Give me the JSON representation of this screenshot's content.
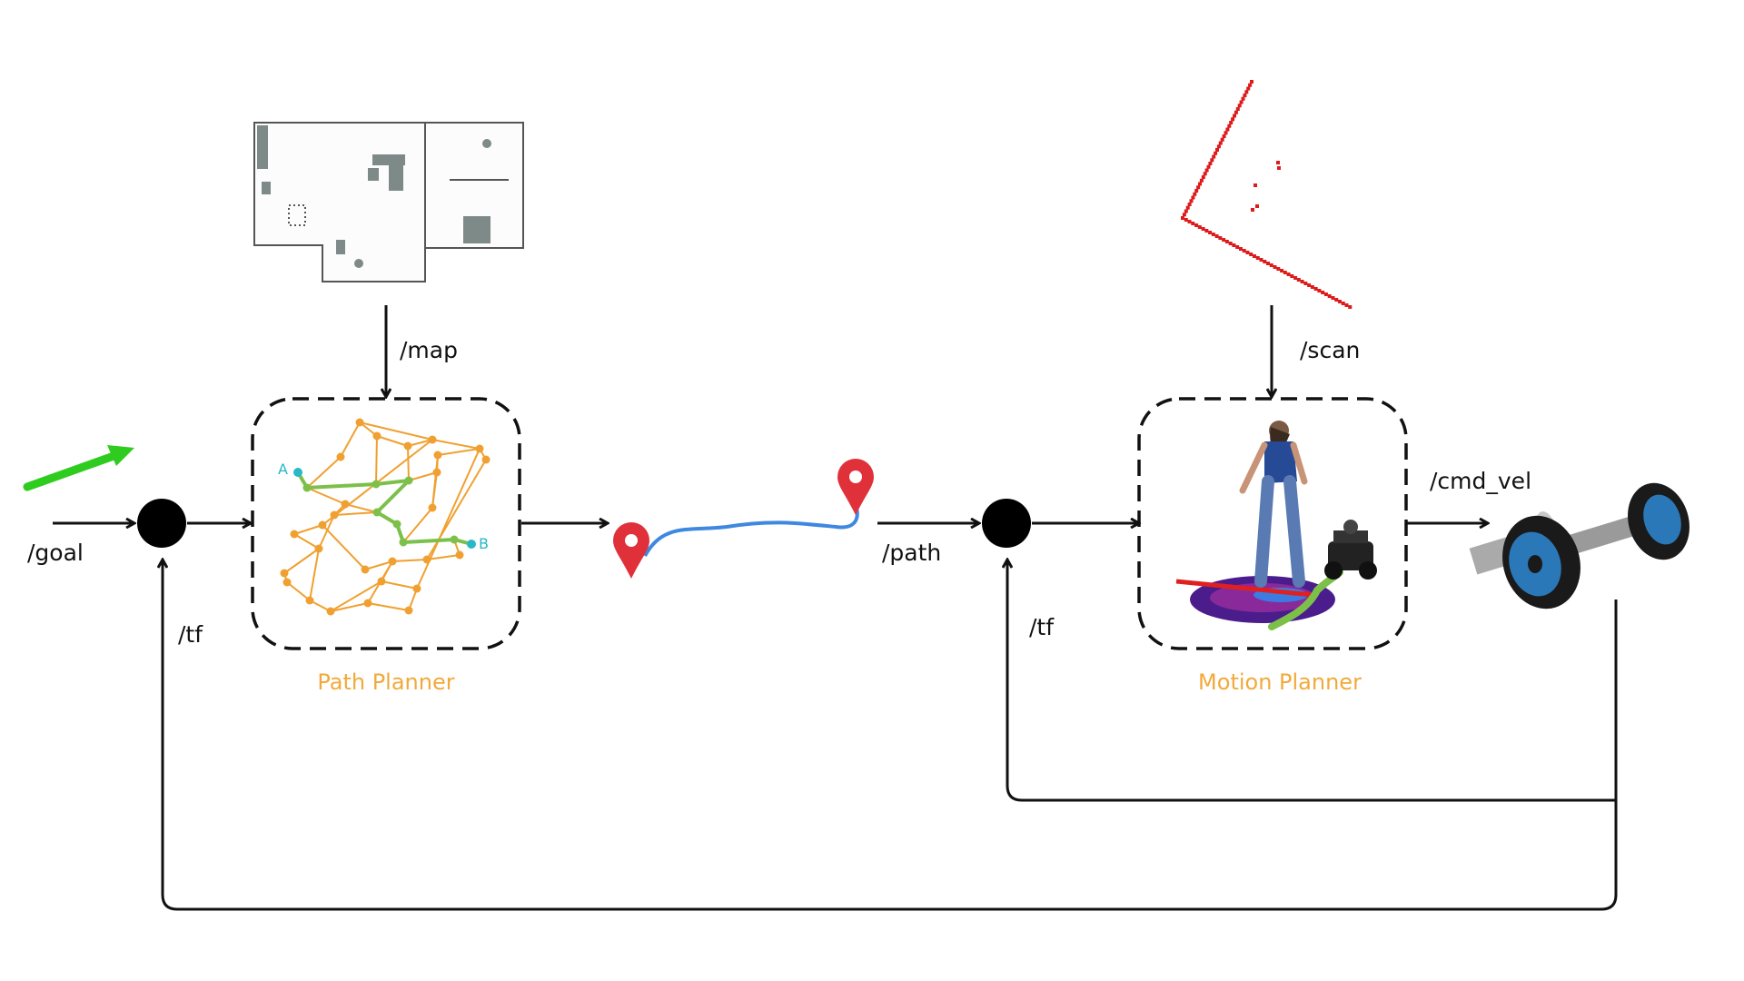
{
  "topics": {
    "goal": "/goal",
    "map": "/map",
    "tf_left": "/tf",
    "path": "/path",
    "scan": "/scan",
    "tf_right": "/tf",
    "cmd_vel": "/cmd_vel"
  },
  "blocks": {
    "path_planner": "Path Planner",
    "motion_planner": "Motion Planner"
  },
  "graph_points": {
    "start": "A",
    "end": "B"
  },
  "colors": {
    "line": "#111111",
    "block_label": "#f2a93b",
    "graph_edges": "#f0a030",
    "graph_path": "#7cc04a",
    "graph_endpoints": "#28b8c8",
    "goal_arrow": "#2ecc1f",
    "path_curve": "#3f88e0",
    "pin": "#e0313a",
    "scan_points": "#dd1b1b",
    "wheel_rim": "#2b78b8"
  },
  "icons": {
    "goal": "green-goal-arrow-icon",
    "map": "occupancy-map-icon",
    "path": "location-pin-icon",
    "scan": "laser-scan-icon",
    "motion": "person-robot-costmap-icon",
    "robot": "wheel-axle-icon"
  }
}
